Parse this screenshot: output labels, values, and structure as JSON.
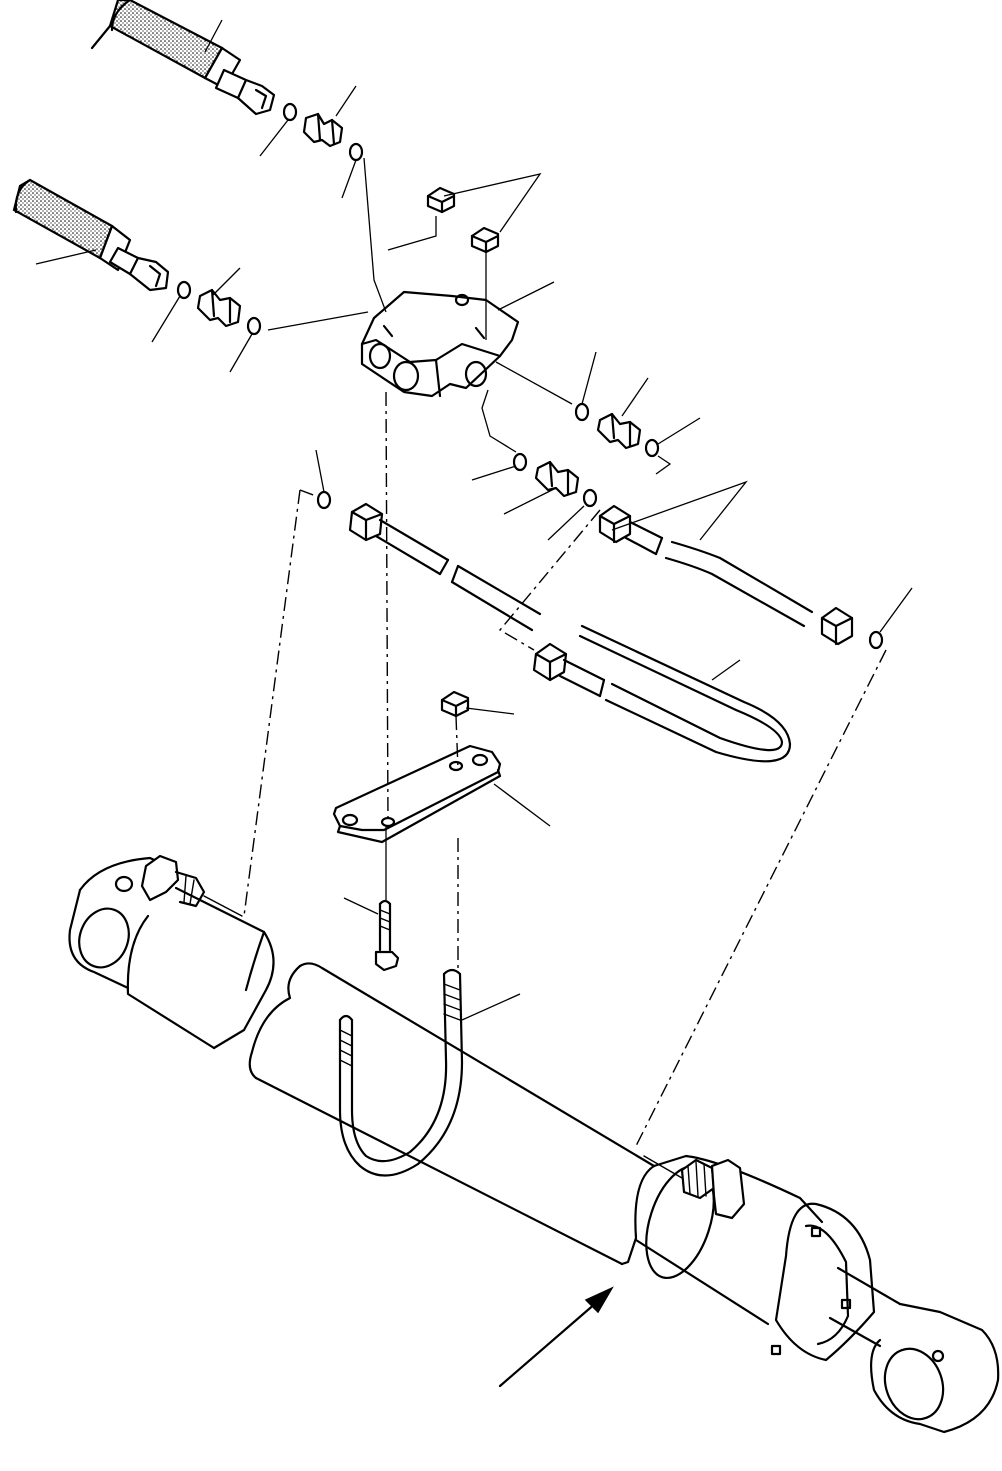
{
  "diagram": {
    "view": "exploded view",
    "stroke_color": "#000000",
    "background_color": "#ffffff",
    "parts": [
      {
        "id": "upper-hose",
        "icon": "hose-icon"
      },
      {
        "id": "lower-hose",
        "icon": "hose-icon"
      },
      {
        "id": "upper-adapter",
        "icon": "adapter-icon"
      },
      {
        "id": "lower-adapter",
        "icon": "adapter-icon"
      },
      {
        "id": "distribution-block",
        "icon": "valve-block-icon"
      },
      {
        "id": "right-adapter",
        "icon": "adapter-icon"
      },
      {
        "id": "middle-adapter",
        "icon": "adapter-icon"
      },
      {
        "id": "tube-left",
        "icon": "tube-icon"
      },
      {
        "id": "tube-right",
        "icon": "tube-icon"
      },
      {
        "id": "tube-loop",
        "icon": "tube-icon"
      },
      {
        "id": "mounting-plate",
        "icon": "plate-icon"
      },
      {
        "id": "bolt",
        "icon": "bolt-icon"
      },
      {
        "id": "u-bolt",
        "icon": "u-bolt-icon"
      },
      {
        "id": "nut",
        "icon": "nut-icon"
      },
      {
        "id": "hydraulic-cylinder",
        "icon": "cylinder-icon"
      }
    ]
  }
}
